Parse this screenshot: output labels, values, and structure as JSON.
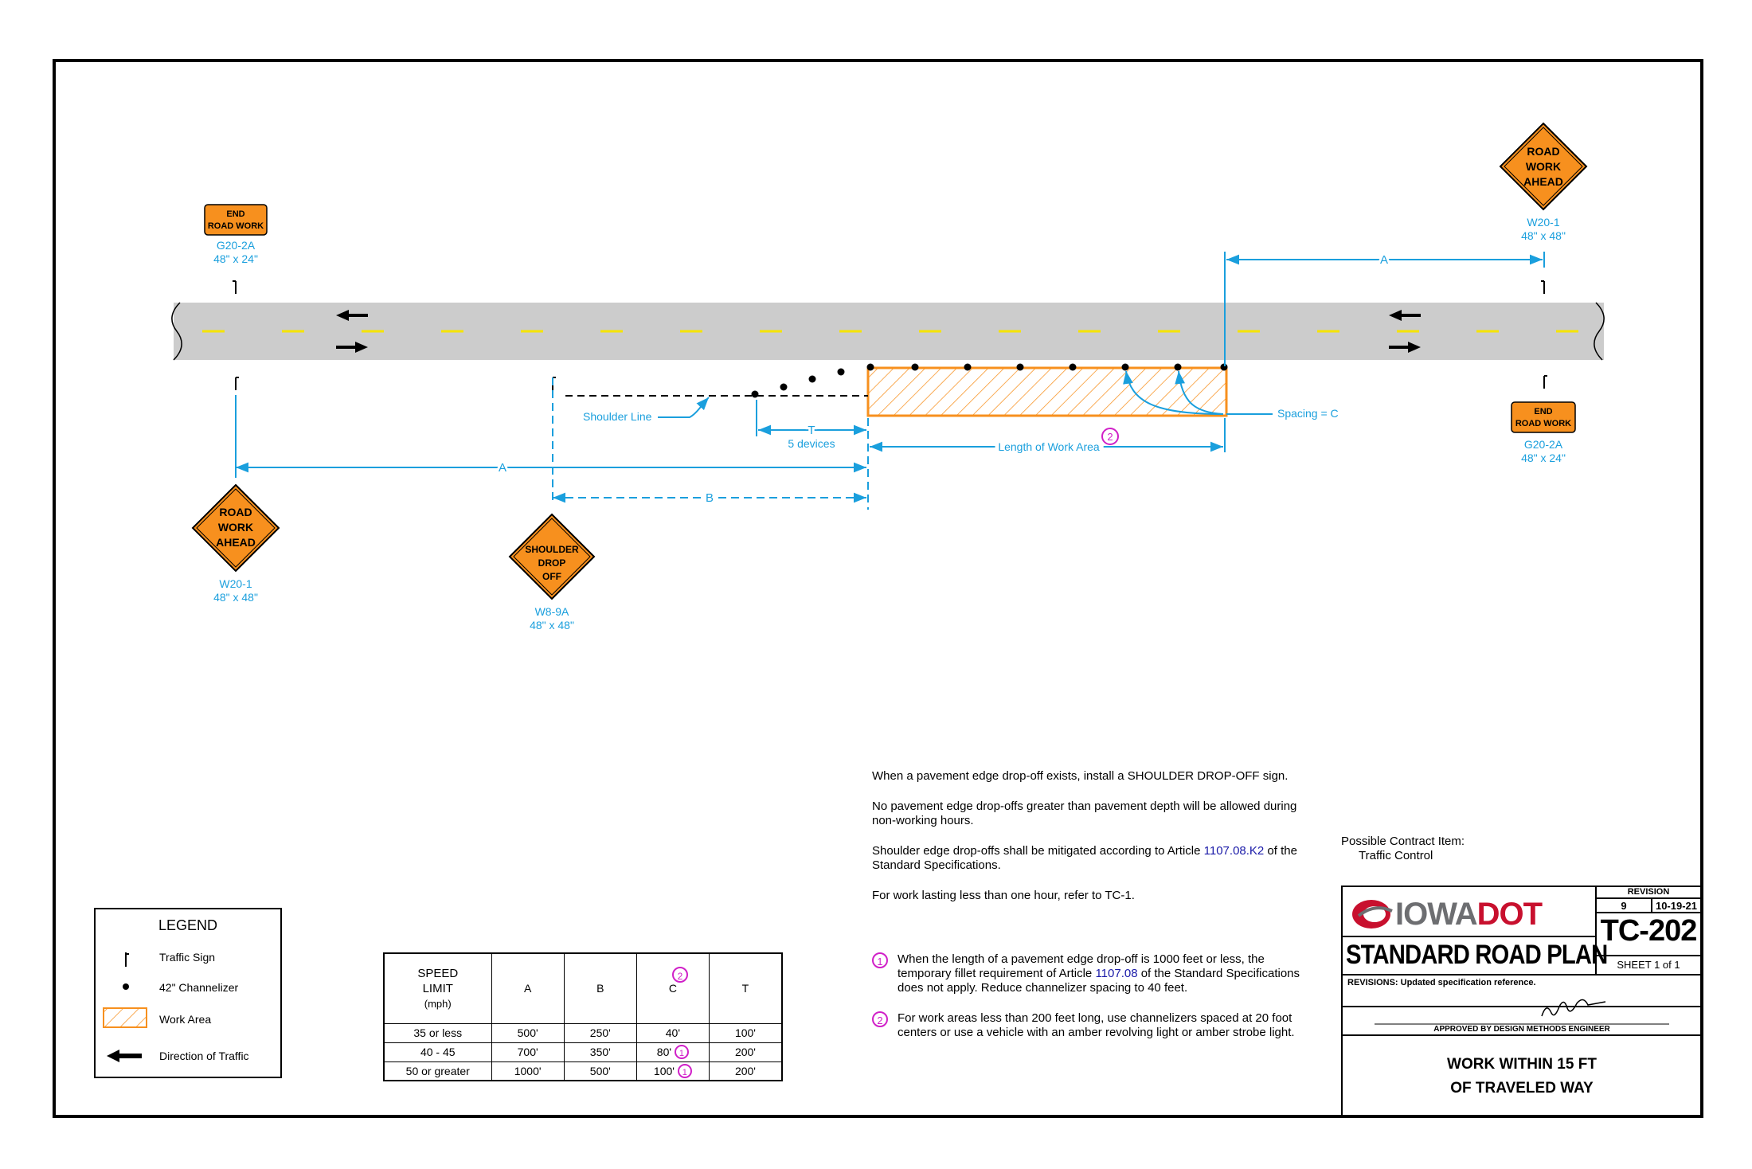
{
  "signs": {
    "end_road_work_left": {
      "line1": "END",
      "line2": "ROAD WORK",
      "code": "G20-2A",
      "size": "48\" x 24\""
    },
    "road_work_ahead_left": {
      "line1": "ROAD",
      "line2": "WORK",
      "line3": "AHEAD",
      "code": "W20-1",
      "size": "48\" x 48\""
    },
    "shoulder_drop_off": {
      "line1": "SHOULDER",
      "line2": "DROP",
      "line3": "OFF",
      "code": "W8-9A",
      "size": "48\" x 48\""
    },
    "road_work_ahead_right": {
      "line1": "ROAD",
      "line2": "WORK",
      "line3": "AHEAD",
      "code": "W20-1",
      "size": "48\" x 48\""
    },
    "end_road_work_right": {
      "line1": "END",
      "line2": "ROAD WORK",
      "code": "G20-2A",
      "size": "48\" x 24\""
    }
  },
  "dimensions": {
    "a_left": "A",
    "a_right": "A",
    "b": "B",
    "t": "T",
    "t_sub": "5 devices",
    "work_length": "Length of Work Area",
    "spacing": "Spacing = C",
    "shoulder_line": "Shoulder Line",
    "work_length_note": "2"
  },
  "notes": {
    "n1": "When a pavement edge drop-off exists, install a SHOULDER DROP-OFF sign.",
    "n2": "No pavement edge drop-offs greater than pavement depth will be allowed during non-working hours.",
    "n3a": "Shoulder edge drop-offs shall be mitigated according to Article ",
    "n3link": "1107.08.K2",
    "n3b": " of the Standard Specifications.",
    "n4": "For work lasting less than one hour, refer to TC-1.",
    "f1num": "1",
    "f1a": "When the length of a pavement edge drop-off is 1000 feet or less, the temporary fillet requirement of Article ",
    "f1link": "1107.08",
    "f1b": " of the Standard Specifications does not apply. Reduce channelizer spacing to 40 feet.",
    "f2num": "2",
    "f2": "For work areas less than 200 feet long, use channelizers spaced at 20 foot centers or use a vehicle with an amber revolving light or amber strobe light."
  },
  "contract": {
    "title": "Possible Contract Item:",
    "item": "Traffic Control"
  },
  "legend": {
    "title": "LEGEND",
    "items": [
      "Traffic Sign",
      "42\" Channelizer",
      "Work Area",
      "Direction of Traffic"
    ]
  },
  "speed_table": {
    "headers": [
      "SPEED",
      "LIMIT",
      "(mph)",
      "A",
      "B",
      "C",
      "T"
    ],
    "c_note": "2",
    "rows": [
      {
        "limit": "35 or less",
        "a": "500'",
        "b": "250'",
        "c": "40'",
        "c_note": "",
        "t": "100'"
      },
      {
        "limit": "40 - 45",
        "a": "700'",
        "b": "350'",
        "c": "80'",
        "c_note": "1",
        "t": "200'"
      },
      {
        "limit": "50 or greater",
        "a": "1000'",
        "b": "500'",
        "c": "100'",
        "c_note": "1",
        "t": "200'"
      }
    ]
  },
  "title_block": {
    "revision_label": "REVISION",
    "revision_no": "9",
    "revision_date": "10-19-21",
    "logo_a": "IOWA",
    "logo_b": "DOT",
    "plan": "STANDARD ROAD PLAN",
    "number": "TC-202",
    "sheet": "SHEET 1 of 1",
    "revisions": "REVISIONS: Updated specification reference.",
    "approved": "APPROVED BY DESIGN METHODS ENGINEER",
    "title1": "WORK WITHIN 15 FT",
    "title2": "OF TRAVELED WAY"
  },
  "colors": {
    "sign_orange": "#f7901e",
    "dimension_blue": "#1a9fdd",
    "road_gray": "#cccccc",
    "lane_yellow": "#f5e400",
    "note_magenta": "#d020c8",
    "logo_red": "#c8102e"
  }
}
